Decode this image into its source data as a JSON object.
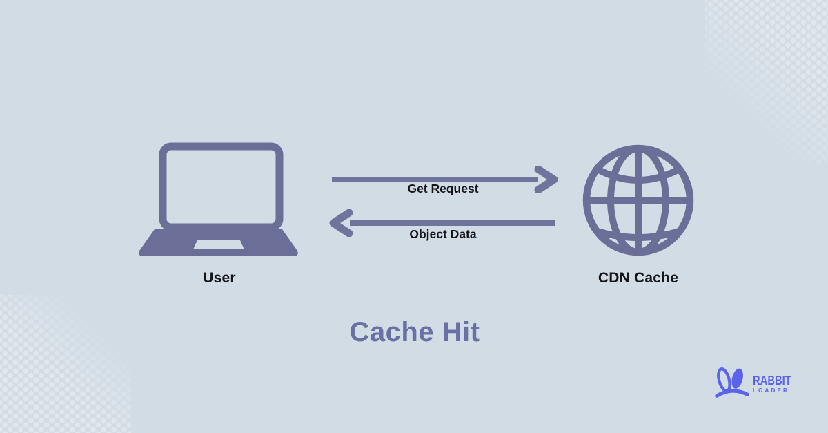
{
  "diagram": {
    "title": "Cache Hit",
    "nodes": [
      {
        "id": "user",
        "label": "User",
        "icon": "laptop-icon"
      },
      {
        "id": "cdn",
        "label": "CDN Cache",
        "icon": "globe-icon"
      }
    ],
    "arrows": [
      {
        "label": "Get Request",
        "direction": "right",
        "from": "User",
        "to": "CDN Cache"
      },
      {
        "label": "Object Data",
        "direction": "left",
        "from": "CDN Cache",
        "to": "User"
      }
    ]
  },
  "branding": {
    "logo_primary": "RABBIT",
    "logo_secondary": "LOADER",
    "logo_icon": "rabbit-ears-icon"
  },
  "colors": {
    "background": "#d2dce4",
    "icon_purple": "#6b6e97",
    "arrow_purple": "#70749c",
    "title_purple": "#6a70a3",
    "label_dark": "#15161a",
    "logo_indigo": "#5b63ea",
    "corner_dots": "#dfe9f0"
  }
}
